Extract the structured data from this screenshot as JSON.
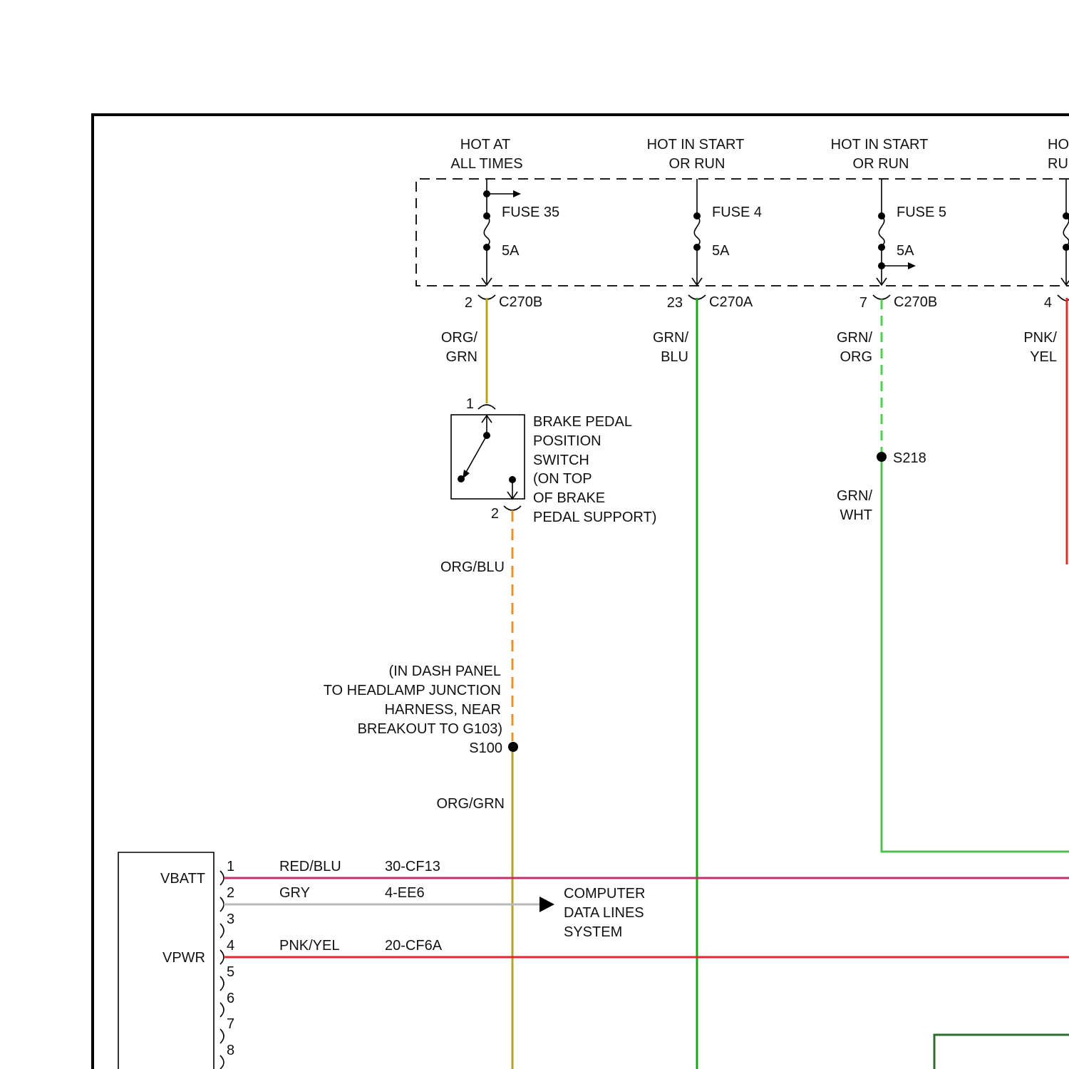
{
  "colors": {
    "org_grn": "#b8a41a",
    "grn": "#4fc04f",
    "grn_dark": "#1aa51a",
    "orange": "#f0901a",
    "red_blu": "#c0306a",
    "gry": "#b9b9b9",
    "pnk_yel": "#e02a2a",
    "module_green": "#2e6b2e"
  },
  "power_sources": [
    {
      "line1": "HOT AT",
      "line2": "ALL TIMES"
    },
    {
      "line1": "HOT IN START",
      "line2": "OR RUN"
    },
    {
      "line1": "HOT IN START",
      "line2": "OR RUN"
    },
    {
      "line1": "HOT IN",
      "line2": "RUN"
    }
  ],
  "fuses": [
    {
      "name": "FUSE 35",
      "rating": "5A"
    },
    {
      "name": "FUSE 4",
      "rating": "5A"
    },
    {
      "name": "FUSE 5",
      "rating": "5A"
    }
  ],
  "connectors": [
    {
      "pin": "2",
      "name": "C270B"
    },
    {
      "pin": "23",
      "name": "C270A"
    },
    {
      "pin": "7",
      "name": "C270B"
    },
    {
      "pin": "4",
      "name": ""
    }
  ],
  "wire_colors": {
    "w1": {
      "line1": "ORG/",
      "line2": "GRN"
    },
    "w2": {
      "line1": "GRN/",
      "line2": "BLU"
    },
    "w3": {
      "line1": "GRN/",
      "line2": "ORG"
    },
    "w4": {
      "line1": "PNK/",
      "line2": "YEL"
    },
    "w5": {
      "line1": "GRN/",
      "line2": "WHT"
    },
    "org_blu": "ORG/BLU",
    "org_grn": "ORG/GRN"
  },
  "switch": {
    "pin_top": "1",
    "pin_bottom": "2",
    "label": [
      "BRAKE PEDAL",
      "POSITION",
      "SWITCH",
      "(ON TOP",
      "OF BRAKE",
      "PEDAL SUPPORT)"
    ]
  },
  "splices": {
    "s218": "S218",
    "s100": "S100",
    "s100_note": [
      "(IN DASH PANEL",
      "TO HEADLAMP JUNCTION",
      "HARNESS, NEAR",
      "BREAKOUT TO G103)"
    ]
  },
  "module": {
    "vbatt": "VBATT",
    "vpwr": "VPWR",
    "pins": [
      "1",
      "2",
      "3",
      "4",
      "5",
      "6",
      "7",
      "8"
    ],
    "circuits": [
      {
        "color": "RED/BLU",
        "circuit": "30-CF13"
      },
      {
        "color": "GRY",
        "circuit": "4-EE6"
      },
      {
        "color": "PNK/YEL",
        "circuit": "20-CF6A"
      }
    ]
  },
  "data_lines": [
    "COMPUTER",
    "DATA LINES",
    "SYSTEM"
  ]
}
